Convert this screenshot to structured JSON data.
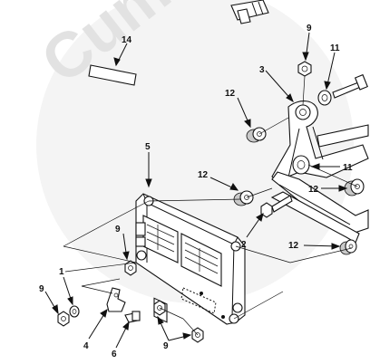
{
  "callouts": {
    "c14": "14",
    "c9a": "9",
    "c11a": "11",
    "c3": "3",
    "c12a": "12",
    "c5": "5",
    "c11b": "11",
    "c12b": "12",
    "c12c": "12",
    "c9b": "9",
    "c2": "2",
    "c12d": "12",
    "c1": "1",
    "c9c": "9",
    "c4": "4",
    "c6": "6",
    "c9d": "9"
  },
  "watermark": {
    "text": "Cum",
    "color": "#f0f0f0"
  },
  "colors": {
    "line": "#111111",
    "background": "#ffffff",
    "shade": "#c9c9c9"
  }
}
